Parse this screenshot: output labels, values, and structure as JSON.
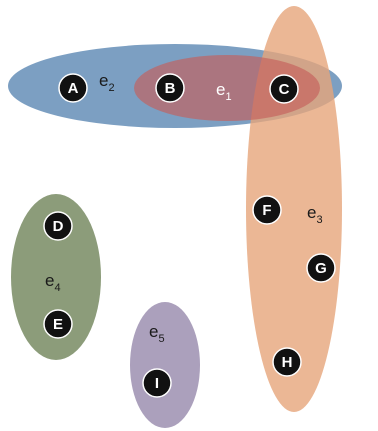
{
  "colors": {
    "background": "#ffffff",
    "node_fill": "#111111",
    "node_stroke": "#ffffff",
    "node_text": "#ffffff",
    "edge_text_dark": "#1a1a1a",
    "edge_text_light": "#ffffff"
  },
  "nodes": [
    {
      "id": "A",
      "label": "A"
    },
    {
      "id": "B",
      "label": "B"
    },
    {
      "id": "C",
      "label": "C"
    },
    {
      "id": "D",
      "label": "D"
    },
    {
      "id": "E",
      "label": "E"
    },
    {
      "id": "F",
      "label": "F"
    },
    {
      "id": "G",
      "label": "G"
    },
    {
      "id": "H",
      "label": "H"
    },
    {
      "id": "I",
      "label": "I"
    }
  ],
  "hyperedges": [
    {
      "id": "e2",
      "label_base": "e",
      "label_sub": "2",
      "members": [
        "A",
        "B",
        "C"
      ],
      "color": "#5b87b3",
      "opacity": 0.8,
      "label_color": "dark"
    },
    {
      "id": "e3",
      "label_base": "e",
      "label_sub": "3",
      "members": [
        "C",
        "F",
        "G",
        "H"
      ],
      "color": "#e6a57a",
      "opacity": 0.8,
      "label_color": "dark"
    },
    {
      "id": "e1",
      "label_base": "e",
      "label_sub": "1",
      "members": [
        "B",
        "C"
      ],
      "color": "#c4605a",
      "opacity": 0.65,
      "label_color": "light"
    },
    {
      "id": "e4",
      "label_base": "e",
      "label_sub": "4",
      "members": [
        "D",
        "E"
      ],
      "color": "#8c9c7a",
      "opacity": 1,
      "label_color": "dark"
    },
    {
      "id": "e5",
      "label_base": "e",
      "label_sub": "5",
      "members": [
        "I"
      ],
      "color": "#aba0bc",
      "opacity": 1,
      "label_color": "dark"
    }
  ]
}
